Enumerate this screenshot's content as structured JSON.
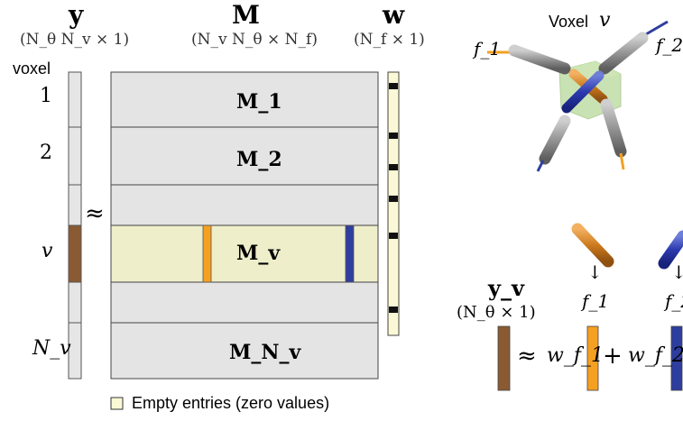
{
  "labels": {
    "y_title": "y",
    "y_dim": "(N_θ N_v × 1)",
    "m_title": "M",
    "m_dim": "(N_v N_θ × N_f)",
    "w_title": "w",
    "w_dim": "(N_f × 1)",
    "voxel_word": "voxel",
    "row_1": "1",
    "row_2": "2",
    "row_v": "v",
    "row_nv": "N_v",
    "approx": "≈",
    "block_m1": "M_1",
    "block_m2": "M_2",
    "block_mv": "M_v",
    "block_mnv": "M_N_v",
    "legend": "Empty entries (zero values)",
    "voxel_label": "Voxel",
    "voxel_symbol": "v",
    "f1": "f_1",
    "f2": "f_2",
    "yv": "y_v",
    "yv_dim": "(N_θ × 1)",
    "eq_approx": "≈",
    "eq_w1": "w_f_1",
    "eq_plus": "+",
    "eq_w2": "w_f_2",
    "arrow": "↓"
  },
  "colors": {
    "block_gray": "#e4e4e4",
    "empty_yellow": "#eeeecb",
    "w_yellow": "#fbf9d5",
    "voxel_brown": "#8a5a32",
    "fiber_orange": "#f5a020",
    "fiber_blue": "#2e3e9e",
    "voxel_green": "#b8d99a",
    "cylinder_gray": "#8a8a8a"
  }
}
